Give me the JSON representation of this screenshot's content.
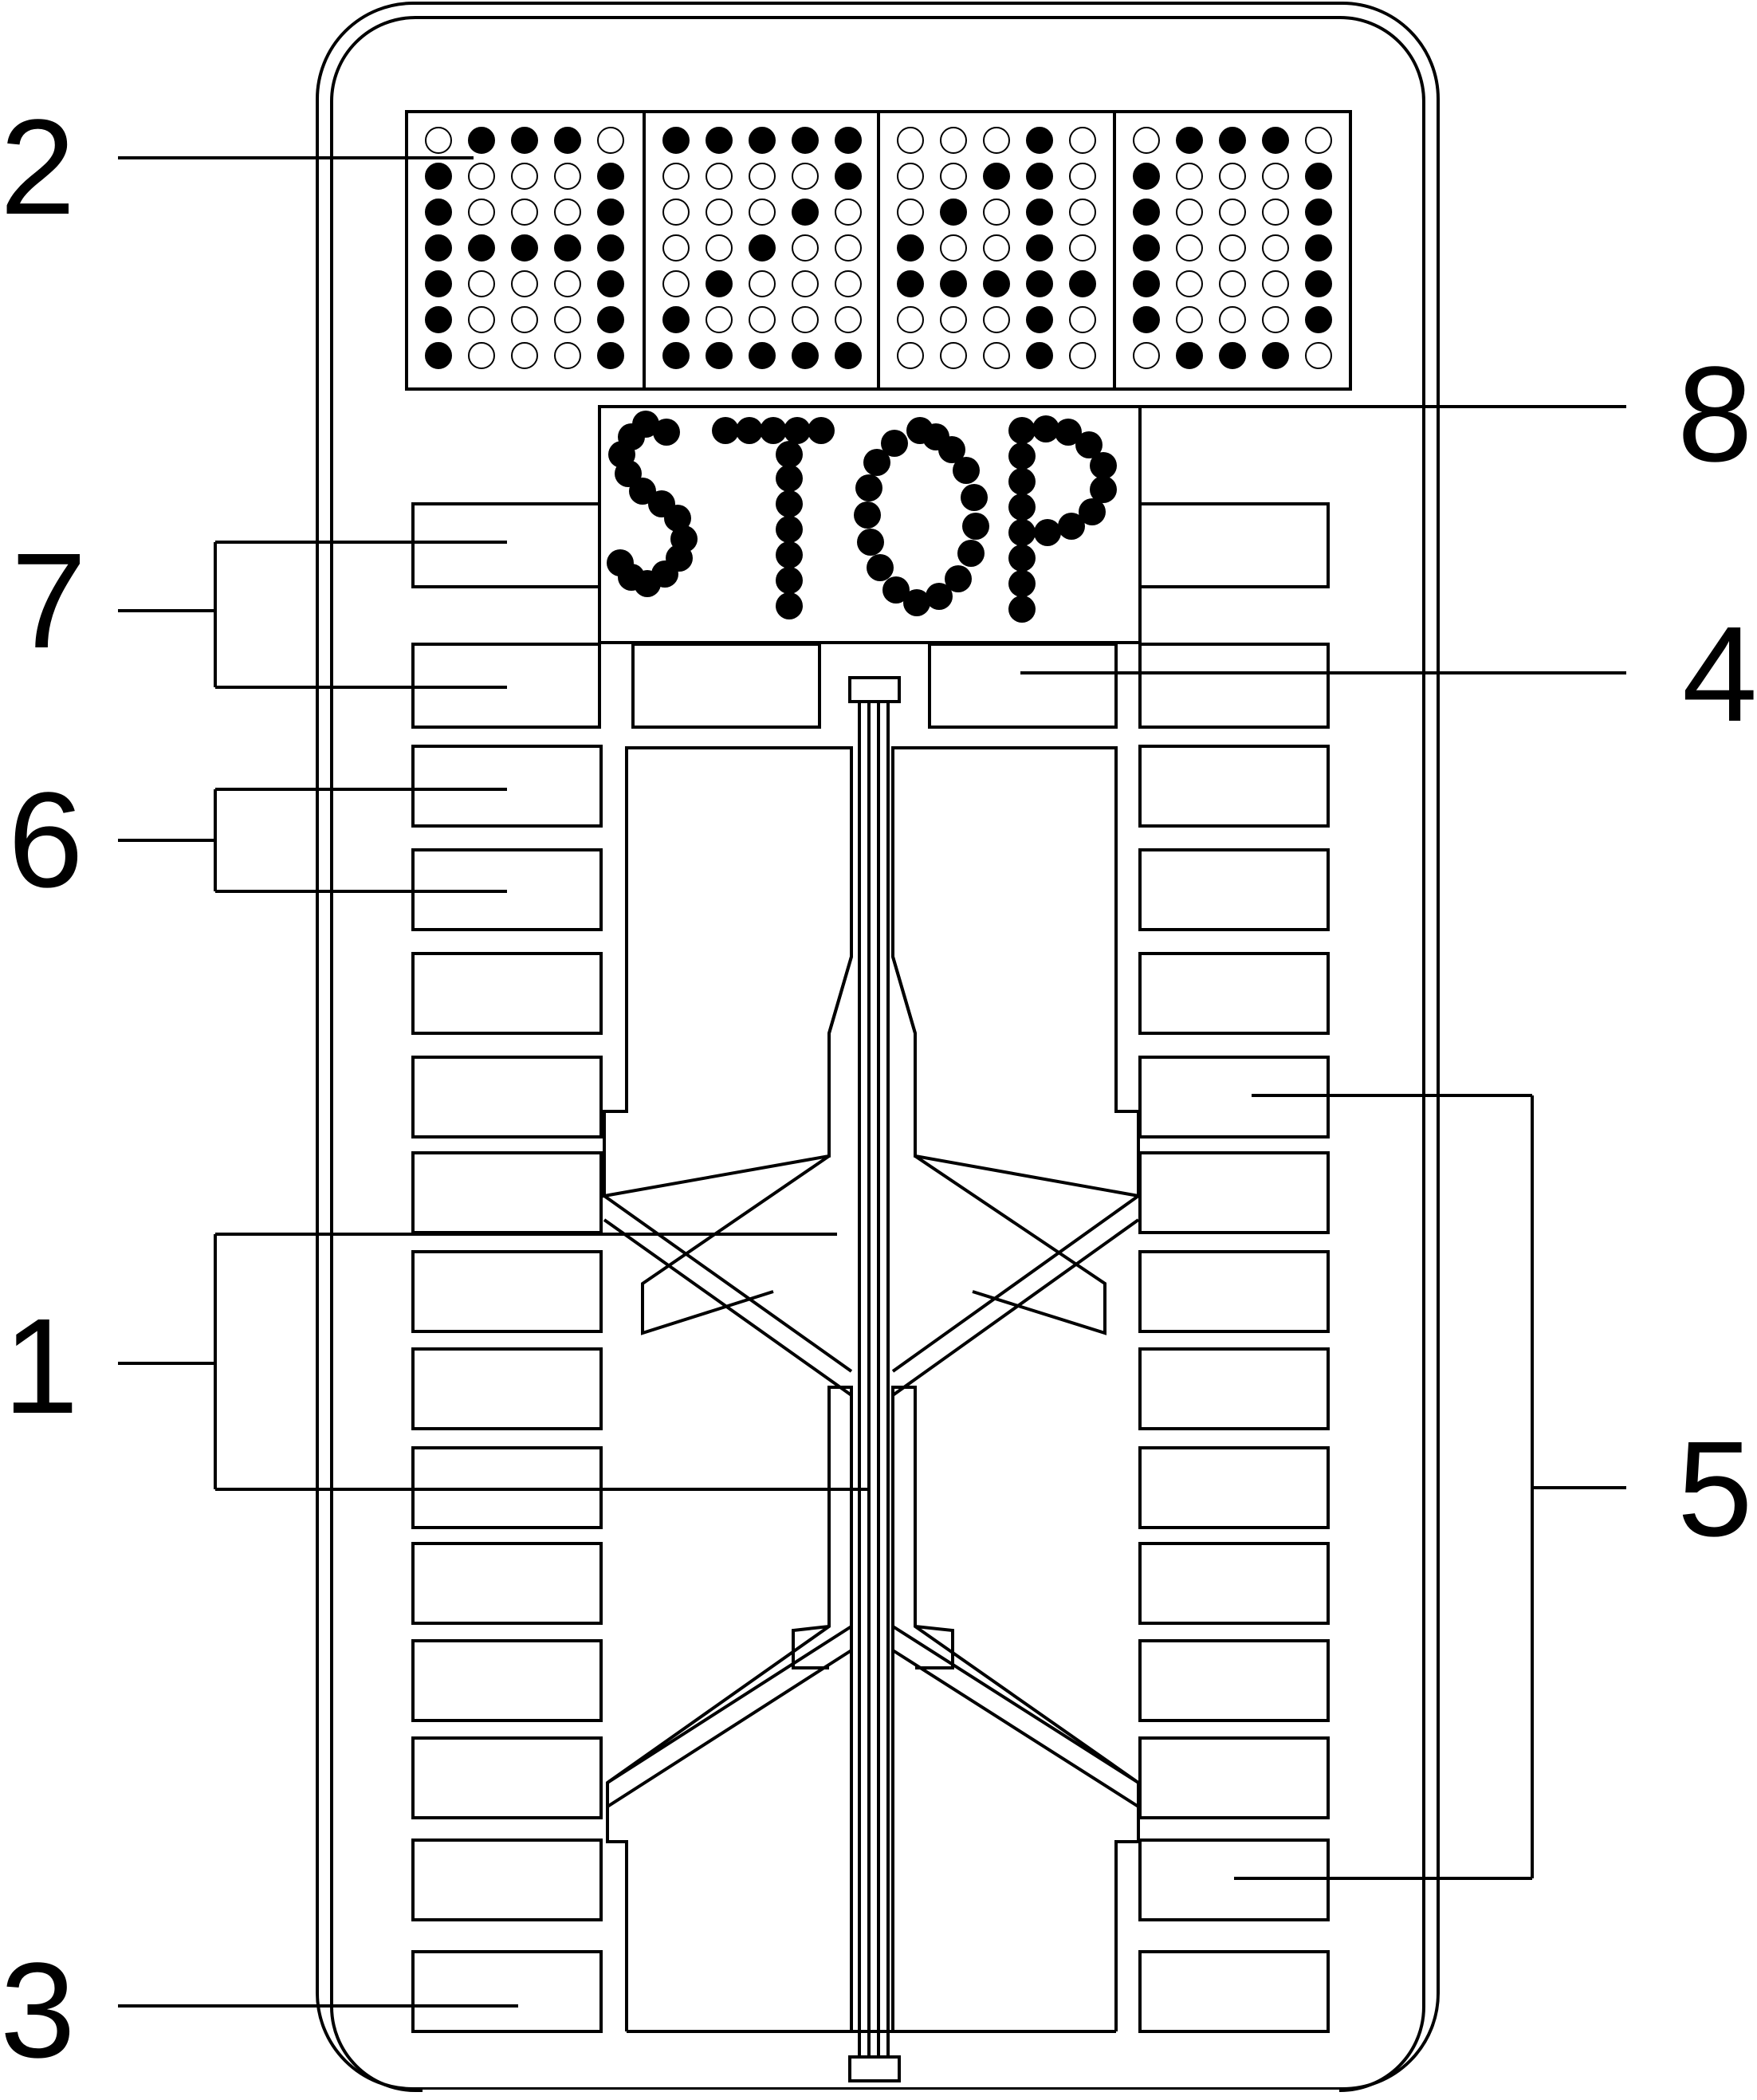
{
  "labels": {
    "l1": "1",
    "l2": "2",
    "l3": "3",
    "l4": "4",
    "l5": "5",
    "l6": "6",
    "l7": "7",
    "l8": "8"
  },
  "matrix_display": {
    "characters": [
      [
        "01110",
        "10001",
        "10001",
        "11111",
        "10001",
        "10001",
        "10001"
      ],
      [
        "11111",
        "00001",
        "00010",
        "00100",
        "01000",
        "10000",
        "11111"
      ],
      [
        "00010",
        "00110",
        "01010",
        "10010",
        "11111",
        "00010",
        "00010"
      ],
      [
        "01110",
        "10001",
        "10001",
        "10001",
        "10001",
        "10001",
        "01110"
      ]
    ]
  },
  "stop_sign": {
    "text": "STOP"
  }
}
